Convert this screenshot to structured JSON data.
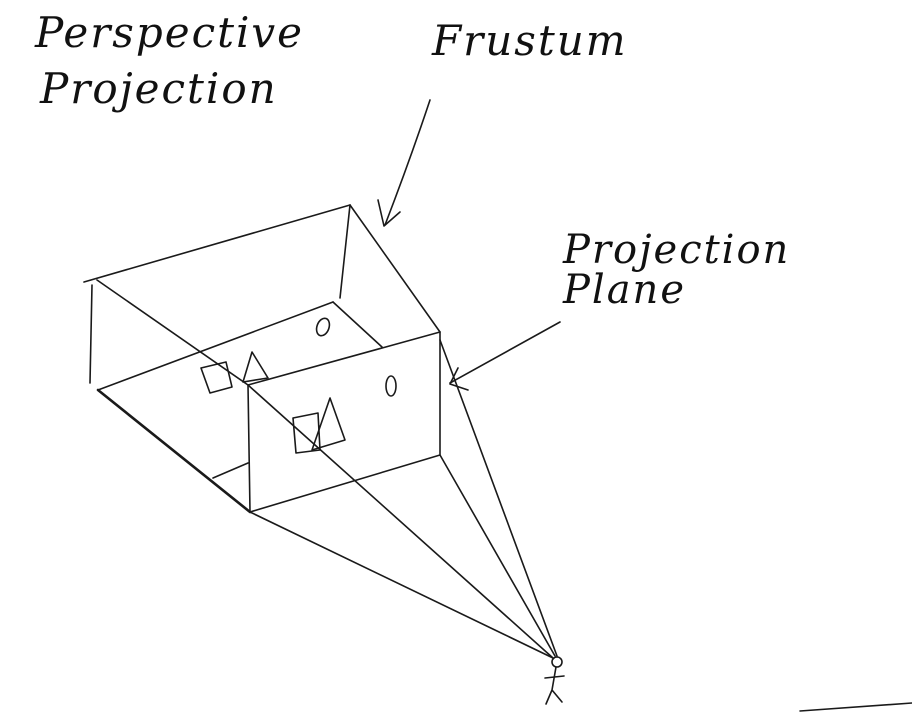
{
  "labels": {
    "perspective_line1": "Perspective",
    "perspective_line2": "Projection",
    "frustum": "Frustum",
    "projection_plane": "Projection Plane"
  },
  "colors": {
    "ink": "#1a1a1a",
    "background": "#ffffff"
  }
}
